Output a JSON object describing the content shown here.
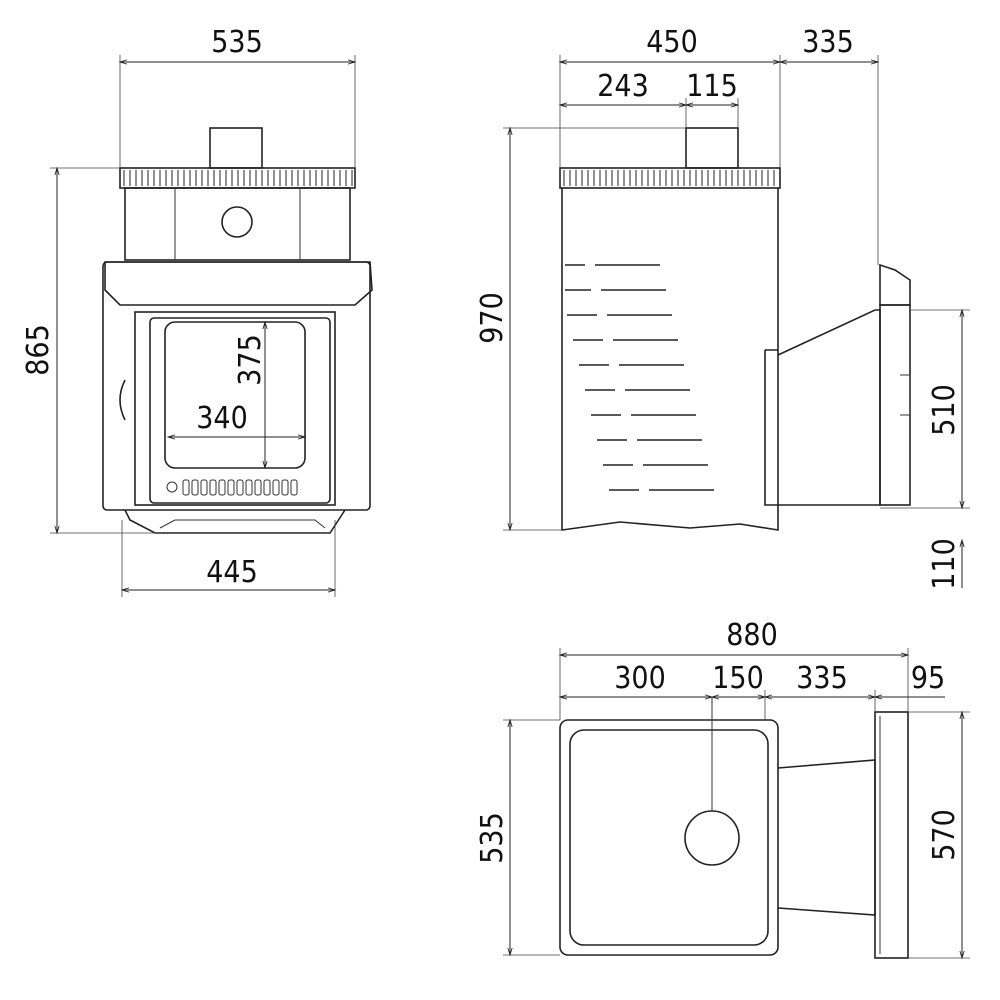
{
  "front_view": {
    "width_top": "535",
    "height_total": "865",
    "width_base": "445",
    "glass_height": "375",
    "glass_width": "340"
  },
  "side_view": {
    "depth_total": "450",
    "tunnel_length": "335",
    "pipe_offset": "243",
    "pipe_diameter": "115",
    "height_total": "970",
    "tunnel_height": "510",
    "tunnel_bottom": "110"
  },
  "top_view": {
    "length_total": "880",
    "pipe_offset": "300",
    "pipe_to_body": "150",
    "tunnel_length": "335",
    "flange": "95",
    "body_width": "535",
    "flange_width": "570"
  }
}
